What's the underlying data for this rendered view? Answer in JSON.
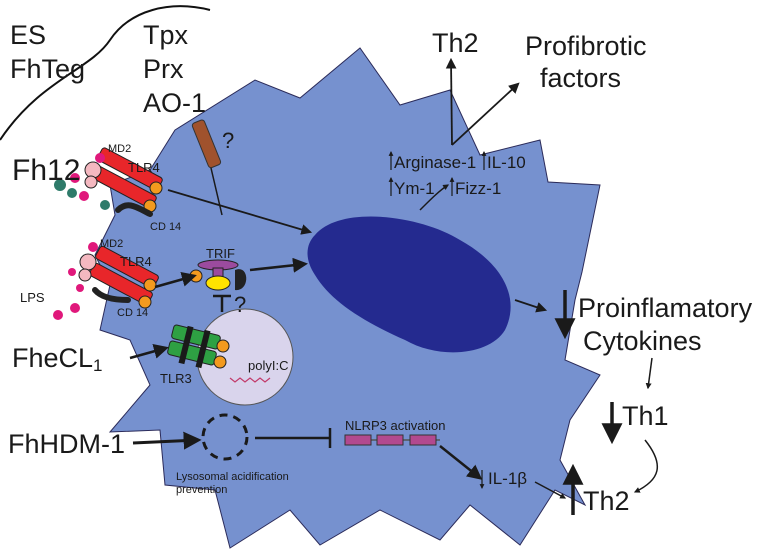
{
  "labels": {
    "es": "ES",
    "fhteg": "FhTeg",
    "tpx": "Tpx",
    "prx": "Prx",
    "ao1": "AO-1",
    "question_top": "?",
    "fh12": "Fh12",
    "md2_top": "MD2",
    "tlr4_top": "TLR4",
    "cd14_top": "CD 14",
    "md2_bottom": "MD2",
    "tlr4_bottom": "TLR4",
    "cd14_bottom": "CD 14",
    "lps": "LPS",
    "trif": "TRIF",
    "question_trif": "?",
    "fhecl": "FheCL",
    "fhecl_sub": "1",
    "tlr3": "TLR3",
    "polyic": "polyI:C",
    "fhhdm1": "FhHDM-1",
    "lysosomal_line1": "Lysosomal acidification",
    "lysosomal_line2": "prevention",
    "nlrp3": "NLRP3 activation",
    "il1b": "IL-1β",
    "th2_top": "Th2",
    "profibrotic_line1": "Profibrotic",
    "profibrotic_line2": "factors",
    "arginase": "Arginase-1",
    "il10": "IL-10",
    "ym1": "Ym-1",
    "fizz1": "Fizz-1",
    "proinflam_line1": "Proinflamatory",
    "proinflam_line2": "Cytokines",
    "th1": "Th1",
    "th2_bottom": "Th2"
  },
  "colors": {
    "cell": "#7691cf",
    "nucleus": "#242a8f",
    "tlr4": "#e8262a",
    "md2": "#f4b8c0",
    "ligand_pink": "#e0187b",
    "ligand_teal": "#2e7b6a",
    "cd14": "#222222",
    "orange": "#f39a1e",
    "trif": "#9b4b9e",
    "trif_yellow": "#ffe300",
    "tlr3": "#2ea043",
    "endosome": "#d9d4ec",
    "nlrp3": "#b2498f",
    "prx_rod": "#a0522d"
  }
}
